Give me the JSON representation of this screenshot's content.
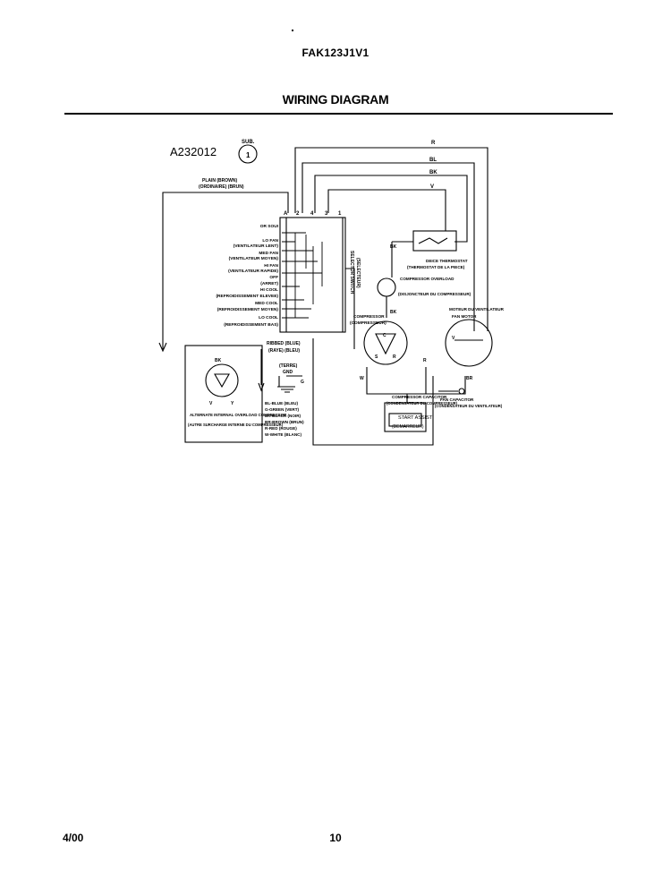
{
  "header": {
    "model_number": "FAK123J1V1",
    "title": "WIRING DIAGRAM"
  },
  "footer": {
    "date": "4/00",
    "page_number": "10"
  },
  "diagram": {
    "part_code": "A232012",
    "sub_label": "SUB.",
    "sub_value": "1",
    "wire_labels_top": [
      "R",
      "BL",
      "BK",
      "V"
    ],
    "plain_label": "PLAIN (BROWN)",
    "plain_label_fr": "(ORDINAIRE) (BRUN)",
    "switch_terminals": [
      "A",
      "2",
      "4",
      "3",
      "1"
    ],
    "switch_positions": [
      "OR SOUI",
      "LO FAN",
      "(VENTILATEUR LENT)",
      "MED FAN",
      "(VENTILATEUR MOYEN)",
      "HI FAN",
      "(VENTILATEUR RAPIDE)",
      "OFF",
      "(ARRET)",
      "HI COOL",
      "(REFROIDISSEMENT ELEVEE)",
      "MED COOL",
      "(REFROIDISSEMENT MOYEN)",
      "LO COOL",
      "(REFROIDISSEMENT BAS)"
    ],
    "selector_switch": "SELECTOR SWITCH",
    "selector_switch_fr": "(SELECTEUR)",
    "thermostat": "DEICE THERMOSTAT",
    "thermostat_fr": "(THERMOSTAT DE LA PIECE)",
    "overload": "COMPRESSOR OVERLOAD",
    "overload_fr": "(DISJONCTEUR DU COMPRESSEUR)",
    "compressor": "COMPRESSOR",
    "compressor_fr": "(COMPRESSEUR)",
    "fan_motor": "MOTEUR DU VENTILATEUR",
    "fan_motor_en": "FAN MOTOR",
    "comp_capacitor": "COMPRESSOR CAPACITOR",
    "comp_capacitor_fr": "(CONDENSATEUR DU COMPRESSEUR)",
    "start_assist": "START ASSIST",
    "start_assist_fr": "(DEMARREUR)",
    "fan_capacitor": "FAN CAPACITOR",
    "fan_capacitor_fr": "(CONDENSATEUR DU VENTILATEUR)",
    "alt_overload": "ALTERNATE INTERNAL OVERLOAD COMPRESSOR",
    "alt_overload_fr": "(AUTRE SURCHARGE INTERNE DU COMPRESSEUR)",
    "ribbed_legend": "RIBBED (BLUE)",
    "ribbed_legend_fr": "(RAYE) (BLEU)",
    "ground_label": "(TERRE)",
    "ground_label_en": "GND",
    "ground_g": "G",
    "wire_colors_legend": [
      "BL-BLUE (BLEU)",
      "G-GREEN (VERT)",
      "BK-BLACK (NOIR)",
      "BR-BROWN (BRUN)",
      "R-RED (ROUGE)",
      "W-WHITE (BLANC)"
    ],
    "terminal_letters": {
      "c": "C",
      "s": "S",
      "r": "R",
      "bk": "BK",
      "br": "BR",
      "v": "V",
      "w": "W",
      "y": "Y"
    }
  }
}
